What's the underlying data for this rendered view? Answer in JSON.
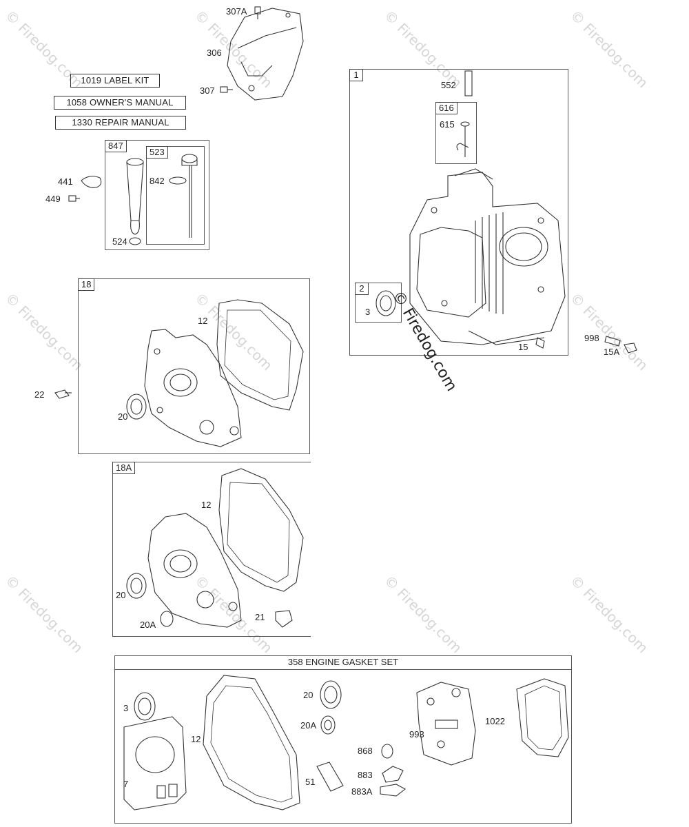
{
  "watermark": {
    "text": "© Firedog.com"
  },
  "documents": [
    {
      "name": "label-kit",
      "text": "1019 LABEL KIT"
    },
    {
      "name": "owners-manual",
      "text": "1058 OWNER'S MANUAL"
    },
    {
      "name": "repair-manual",
      "text": "1330 REPAIR MANUAL"
    }
  ],
  "cover": {
    "parts": [
      "307A",
      "306",
      "307"
    ]
  },
  "dipstick": {
    "group": "847",
    "subgroup": "523",
    "parts": [
      "441",
      "449",
      "842",
      "524"
    ]
  },
  "cylinder": {
    "group": "1",
    "subgroup": "616",
    "seal_group": "2",
    "parts": [
      "552",
      "615",
      "3",
      "15",
      "998",
      "15A"
    ],
    "stamp": "© Firedog.com"
  },
  "crankcase": {
    "group": "18",
    "parts": [
      "12",
      "22",
      "20"
    ]
  },
  "crankcase_a": {
    "group": "18A",
    "parts": [
      "12",
      "20",
      "20A",
      "21"
    ]
  },
  "gasket_set": {
    "title": "358 ENGINE GASKET SET",
    "parts": [
      "3",
      "12",
      "7",
      "20",
      "20A",
      "868",
      "883",
      "883A",
      "51",
      "993",
      "1022"
    ]
  }
}
